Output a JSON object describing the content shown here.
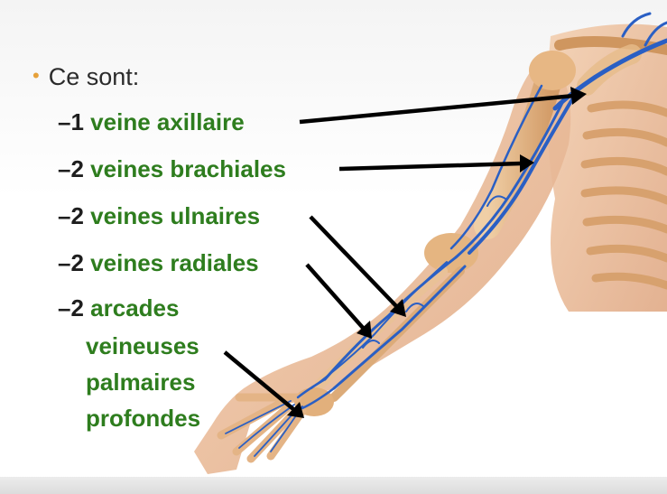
{
  "header": {
    "bullet_symbol": "•",
    "intro": "Ce sont:"
  },
  "items": [
    {
      "dash": "–",
      "count": "1",
      "name": "veine axillaire"
    },
    {
      "dash": "–",
      "count": "2",
      "name": "veines brachiales"
    },
    {
      "dash": "–",
      "count": "2",
      "name": "veines ulnaires"
    },
    {
      "dash": "–",
      "count": "2",
      "name": "veines radiales"
    },
    {
      "dash": "–",
      "count": "2",
      "name": "arcades",
      "continuation": [
        "veineuses",
        "palmaires",
        "profondes"
      ]
    }
  ],
  "colors": {
    "label_green": "#2e7d1e",
    "bullet_orange": "#e6a13a",
    "vein_blue": "#2a5fc4",
    "bone": "#e2b98a",
    "skin": "#eec3a0",
    "arrow": "#000000"
  },
  "illustration": {
    "subject": "anatomical diagram of the veins of the upper limb (arm, forearm and hand)"
  }
}
